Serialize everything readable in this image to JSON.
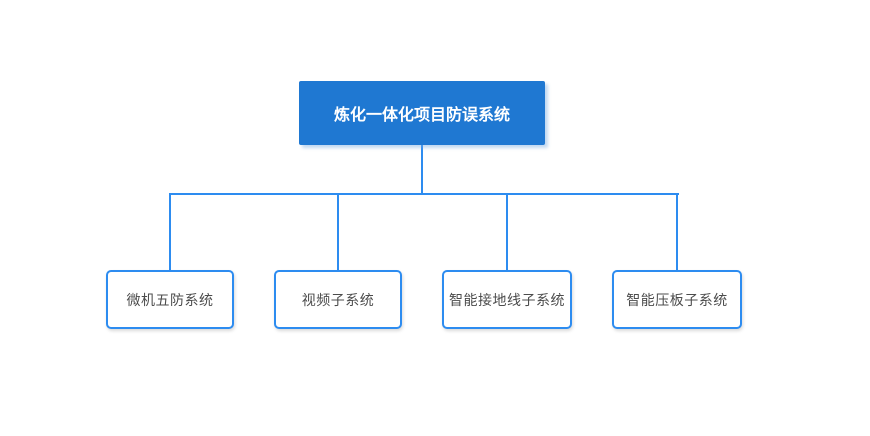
{
  "diagram": {
    "root": {
      "label": "炼化一体化项目防误系统"
    },
    "children": [
      {
        "label": "微机五防系统"
      },
      {
        "label": "视频子系统"
      },
      {
        "label": "智能接地线子系统"
      },
      {
        "label": "智能压板子系统"
      }
    ],
    "colors": {
      "root_fill": "#1f78d2",
      "root_text": "#ffffff",
      "connector": "#2d8cf0",
      "child_border": "#2d8cf0",
      "child_fill": "#ffffff",
      "child_text": "#4c4c4c",
      "background": "#ffffff"
    }
  }
}
